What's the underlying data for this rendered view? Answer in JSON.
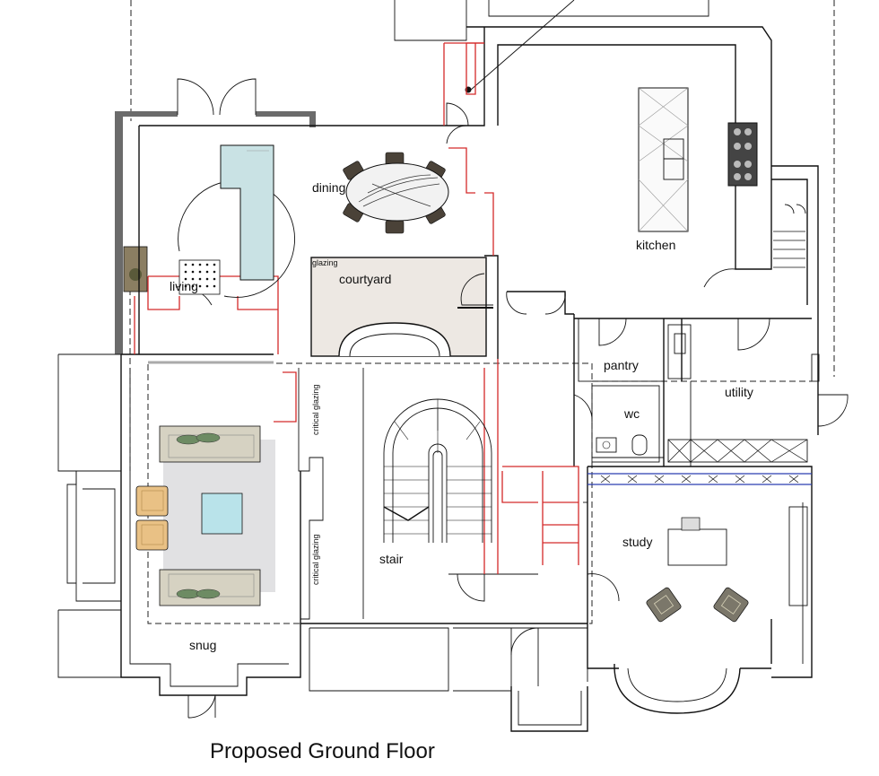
{
  "title": "Proposed Ground Floor",
  "rooms": {
    "dining": "dining",
    "living": "living",
    "courtyard": "courtyard",
    "kitchen": "kitchen",
    "pantry": "pantry",
    "wc": "wc",
    "utility": "utility",
    "study": "study",
    "stair": "stair",
    "snug": "snug"
  },
  "annotations": {
    "glazing": "glazing",
    "critical_glazing_upper": "critical glazing",
    "critical_glazing_lower": "critical glazing"
  },
  "colors": {
    "wall": "#111111",
    "existing_wall": "#6b6b6b",
    "new_wall": "#d42a2a",
    "sofa_blue": "#c9e2e4",
    "courtyard_fill": "#ede8e3",
    "rug_grey": "#d7d7d9",
    "chair_orange": "#e9c185",
    "table_cyan": "#b9e3ea",
    "table_marble": "#f2f2f2",
    "sofa_beige": "#d6d2c2",
    "study_chair": "#7b776a",
    "cushion_green": "#6d8b63",
    "blue_line": "#2b3fb0"
  }
}
